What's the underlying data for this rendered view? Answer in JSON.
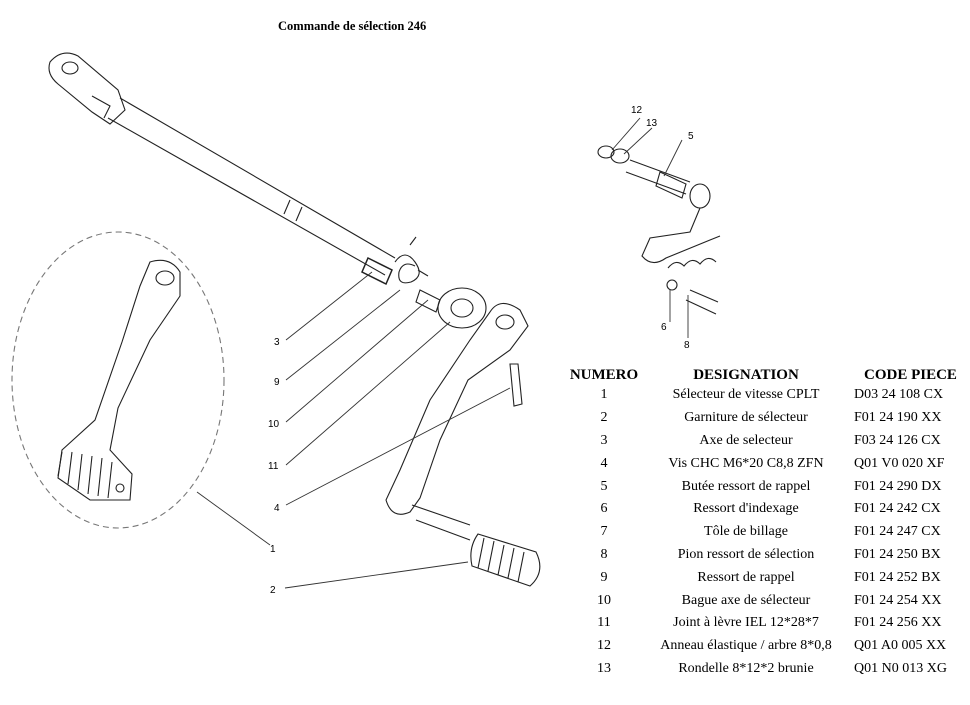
{
  "title": "Commande de sélection 246",
  "callouts_main": [
    "1",
    "2",
    "3",
    "4",
    "9",
    "10",
    "11"
  ],
  "callouts_detail": [
    "12",
    "13",
    "5",
    "6",
    "8"
  ],
  "table": {
    "headers": {
      "numero": "NUMERO",
      "designation": "DESIGNATION",
      "code": "CODE PIECE"
    },
    "rows": [
      {
        "numero": "1",
        "designation": "Sélecteur de vitesse CPLT",
        "code": "D03 24 108 CX"
      },
      {
        "numero": "2",
        "designation": "Garniture de sélecteur",
        "code": "F01 24 190 XX"
      },
      {
        "numero": "3",
        "designation": "Axe de selecteur",
        "code": "F03 24 126 CX"
      },
      {
        "numero": "4",
        "designation": "Vis CHC M6*20 C8,8 ZFN",
        "code": "Q01 V0 020 XF"
      },
      {
        "numero": "5",
        "designation": "Butée ressort de rappel",
        "code": "F01 24 290 DX"
      },
      {
        "numero": "6",
        "designation": "Ressort d'indexage",
        "code": "F01 24 242 CX"
      },
      {
        "numero": "7",
        "designation": "Tôle de billage",
        "code": "F01 24 247 CX"
      },
      {
        "numero": "8",
        "designation": "Pion ressort de sélection",
        "code": "F01 24 250 BX"
      },
      {
        "numero": "9",
        "designation": "Ressort de rappel",
        "code": "F01 24 252 BX"
      },
      {
        "numero": "10",
        "designation": "Bague axe de sélecteur",
        "code": "F01 24 254 XX"
      },
      {
        "numero": "11",
        "designation": "Joint à lèvre IEL 12*28*7",
        "code": "F01 24 256 XX"
      },
      {
        "numero": "12",
        "designation": "Anneau élastique / arbre 8*0,8",
        "code": "Q01 A0 005 XX"
      },
      {
        "numero": "13",
        "designation": "Rondelle 8*12*2 brunie",
        "code": "Q01 N0 013 XG"
      }
    ]
  }
}
